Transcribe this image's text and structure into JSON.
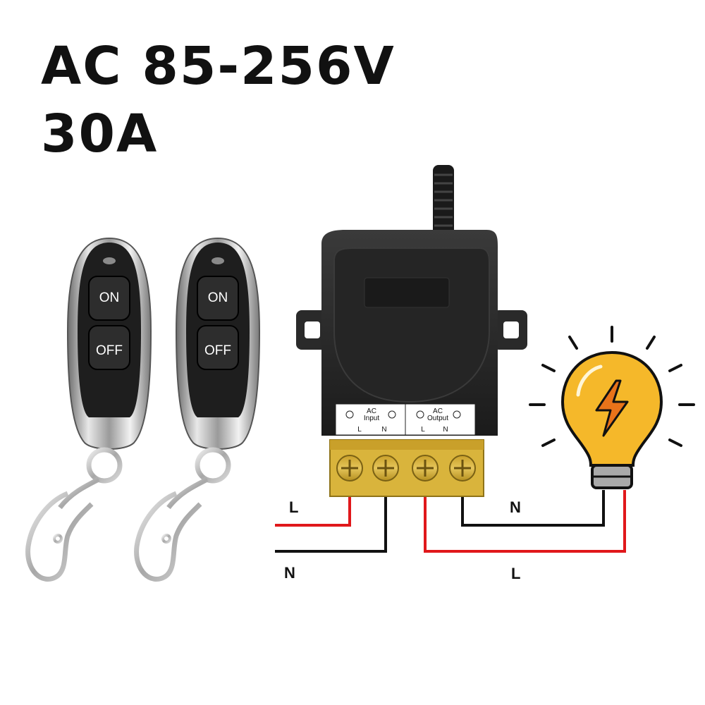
{
  "headline": {
    "line1": "AC 85-256V",
    "line2": "30A"
  },
  "remotes": [
    {
      "on_label": "ON",
      "off_label": "OFF"
    },
    {
      "on_label": "ON",
      "off_label": "OFF"
    }
  ],
  "relay": {
    "input_label_1": "AC",
    "input_label_2": "Input",
    "output_label_1": "AC",
    "output_label_2": "Output",
    "term_L_in": "L",
    "term_N_in": "N",
    "term_L_out": "L",
    "term_N_out": "N"
  },
  "wires": {
    "input_L": "L",
    "input_N": "N",
    "output_N": "N",
    "output_L": "L"
  },
  "icons": [
    "remote-fob-icon",
    "keychain-clip-icon",
    "antenna-icon",
    "light-bulb-icon",
    "lightning-bolt-icon"
  ],
  "colors": {
    "live_wire": "#e0181b",
    "neutral_wire": "#111111",
    "bulb": "#f5b82a",
    "terminal_block": "#d9b43c",
    "relay_body": "#2a2a2a"
  }
}
